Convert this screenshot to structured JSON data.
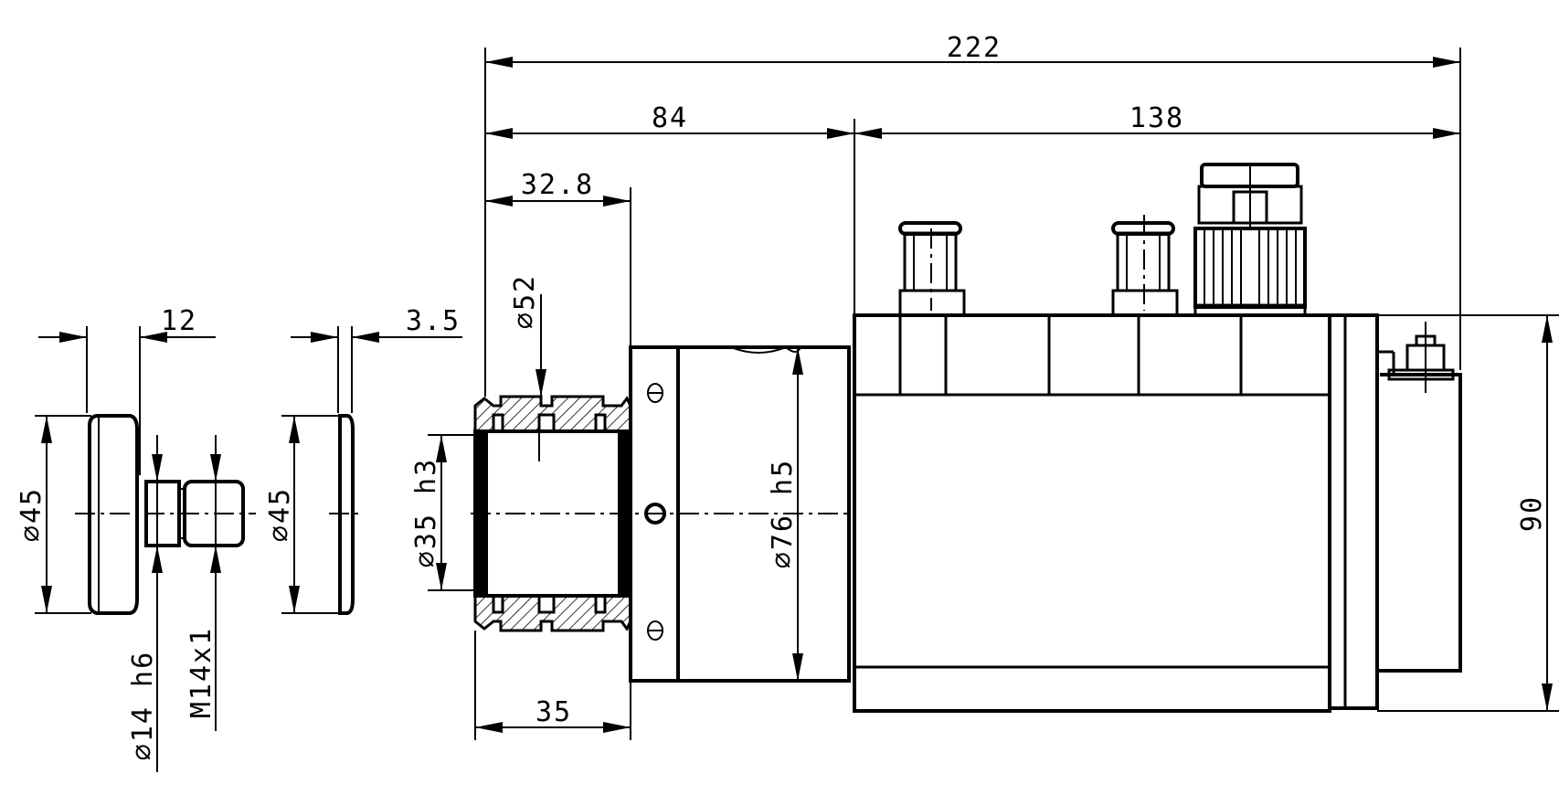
{
  "dimensions": {
    "overall_length": "222",
    "front_length": "84",
    "motor_length": "138",
    "groove_offset": "32.8",
    "nose_length": "35",
    "nut_width": "12",
    "cap_thickness": "3.5",
    "groove_diameter": "⌀52",
    "nose_diameter": "⌀35 h3",
    "collar_diameter": "⌀76 h5",
    "nut_diameter": "⌀45",
    "cap_diameter": "⌀45",
    "shaft_diameter": "⌀14 h6",
    "thread": "M14x1",
    "height": "90"
  }
}
